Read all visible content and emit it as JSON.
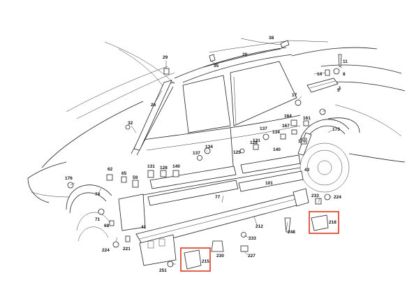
{
  "labels": {
    "l1": "1",
    "l5": "5",
    "l8": "8",
    "l11": "11",
    "l14": "14",
    "l17": "17",
    "l20": "20",
    "l26": "26",
    "l29": "29",
    "l32": "32",
    "l35": "35",
    "l38": "38",
    "l41": "41",
    "l43": "43",
    "l59": "59",
    "l62": "62",
    "l65": "65",
    "l68": "68",
    "l71": "71",
    "l74": "74",
    "l77": "77",
    "l101": "101",
    "l125": "125",
    "l128a": "128",
    "l128b": "128",
    "l131a": "131",
    "l131b": "131",
    "l134a": "134",
    "l134b": "134",
    "l137a": "137",
    "l137b": "137",
    "l140a": "140",
    "l140b": "140",
    "l161": "161",
    "l164": "164",
    "l167": "167",
    "l170": "170",
    "l173": "173",
    "l176": "176",
    "l212": "212",
    "l215": "215",
    "l218": "218",
    "l221": "221",
    "l224a": "224",
    "l224b": "224",
    "l227": "227",
    "l230": "230",
    "l233a": "233",
    "l233b": "233",
    "l248": "248",
    "l251": "251"
  },
  "colors": {
    "highlight": "#d9381e",
    "line": "#222222",
    "background": "#ffffff"
  }
}
